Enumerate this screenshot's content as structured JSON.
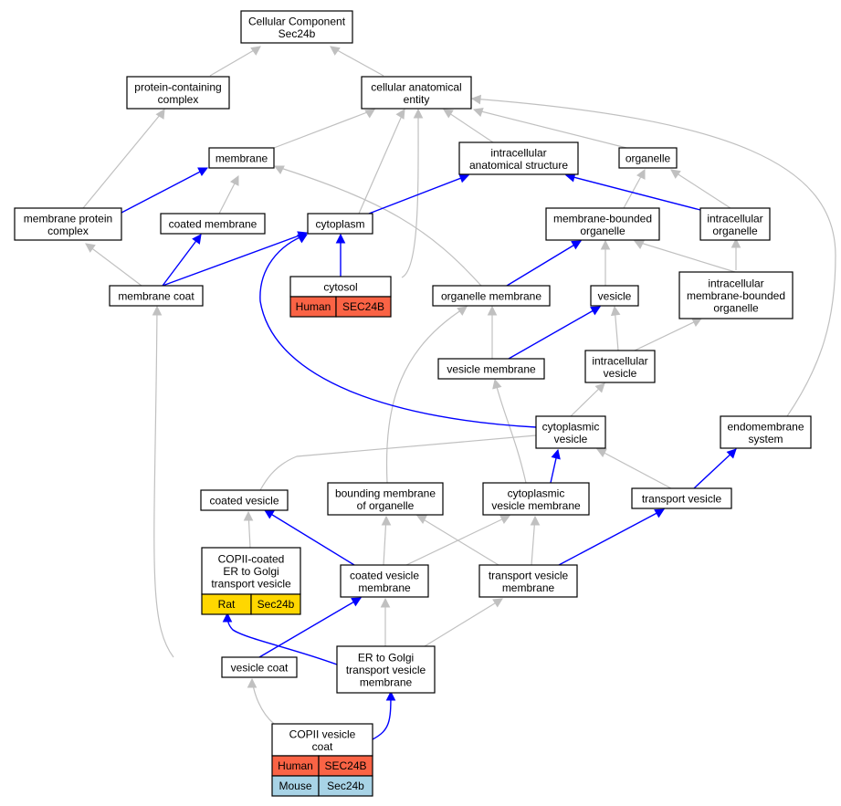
{
  "nodes": {
    "root": {
      "lines": [
        "Cellular Component",
        "Sec24b"
      ]
    },
    "pcc": {
      "lines": [
        "protein-containing",
        "complex"
      ]
    },
    "cae": {
      "lines": [
        "cellular anatomical",
        "entity"
      ]
    },
    "membrane": {
      "lines": [
        "membrane"
      ]
    },
    "ias": {
      "lines": [
        "intracellular",
        "anatomical structure"
      ]
    },
    "organelle": {
      "lines": [
        "organelle"
      ]
    },
    "mpc": {
      "lines": [
        "membrane protein",
        "complex"
      ]
    },
    "coated_membrane": {
      "lines": [
        "coated membrane"
      ]
    },
    "cytoplasm": {
      "lines": [
        "cytoplasm"
      ]
    },
    "mbo": {
      "lines": [
        "membrane-bounded",
        "organelle"
      ]
    },
    "io": {
      "lines": [
        "intracellular",
        "organelle"
      ]
    },
    "membrane_coat": {
      "lines": [
        "membrane coat"
      ]
    },
    "cytosol": {
      "lines": [
        "cytosol"
      ]
    },
    "organelle_membrane": {
      "lines": [
        "organelle membrane"
      ]
    },
    "vesicle": {
      "lines": [
        "vesicle"
      ]
    },
    "imbo": {
      "lines": [
        "intracellular",
        "membrane-bounded",
        "organelle"
      ]
    },
    "vesicle_membrane": {
      "lines": [
        "vesicle membrane"
      ]
    },
    "intracellular_vesicle": {
      "lines": [
        "intracellular",
        "vesicle"
      ]
    },
    "cytoplasmic_vesicle": {
      "lines": [
        "cytoplasmic",
        "vesicle"
      ]
    },
    "endomembrane": {
      "lines": [
        "endomembrane",
        "system"
      ]
    },
    "coated_vesicle": {
      "lines": [
        "coated vesicle"
      ]
    },
    "bmo": {
      "lines": [
        "bounding membrane",
        "of organelle"
      ]
    },
    "cvm": {
      "lines": [
        "cytoplasmic",
        "vesicle membrane"
      ]
    },
    "transport_vesicle": {
      "lines": [
        "transport vesicle"
      ]
    },
    "copii_cv": {
      "lines": [
        "COPII-coated",
        "ER to Golgi",
        "transport vesicle"
      ]
    },
    "coated_vesicle_membrane": {
      "lines": [
        "coated vesicle",
        "membrane"
      ]
    },
    "tvm": {
      "lines": [
        "transport vesicle",
        "membrane"
      ]
    },
    "vesicle_coat": {
      "lines": [
        "vesicle coat"
      ]
    },
    "er_golgi_tvm": {
      "lines": [
        "ER to Golgi",
        "transport vesicle",
        "membrane"
      ]
    },
    "copii_coat": {
      "lines": [
        "COPII vesicle",
        "coat"
      ]
    }
  },
  "annotations": {
    "cytosol": [
      {
        "species": "Human",
        "gene": "SEC24B"
      }
    ],
    "copii_cv": [
      {
        "species": "Rat",
        "gene": "Sec24b"
      }
    ],
    "copii_coat": [
      {
        "species": "Human",
        "gene": "SEC24B"
      },
      {
        "species": "Mouse",
        "gene": "Sec24b"
      }
    ]
  },
  "colors": {
    "Human": "#fa6345",
    "Rat": "#ffd700",
    "Mouse": "#a8d3e6",
    "edge_gray": "#c0c0c0",
    "edge_blue": "#0000ff"
  }
}
